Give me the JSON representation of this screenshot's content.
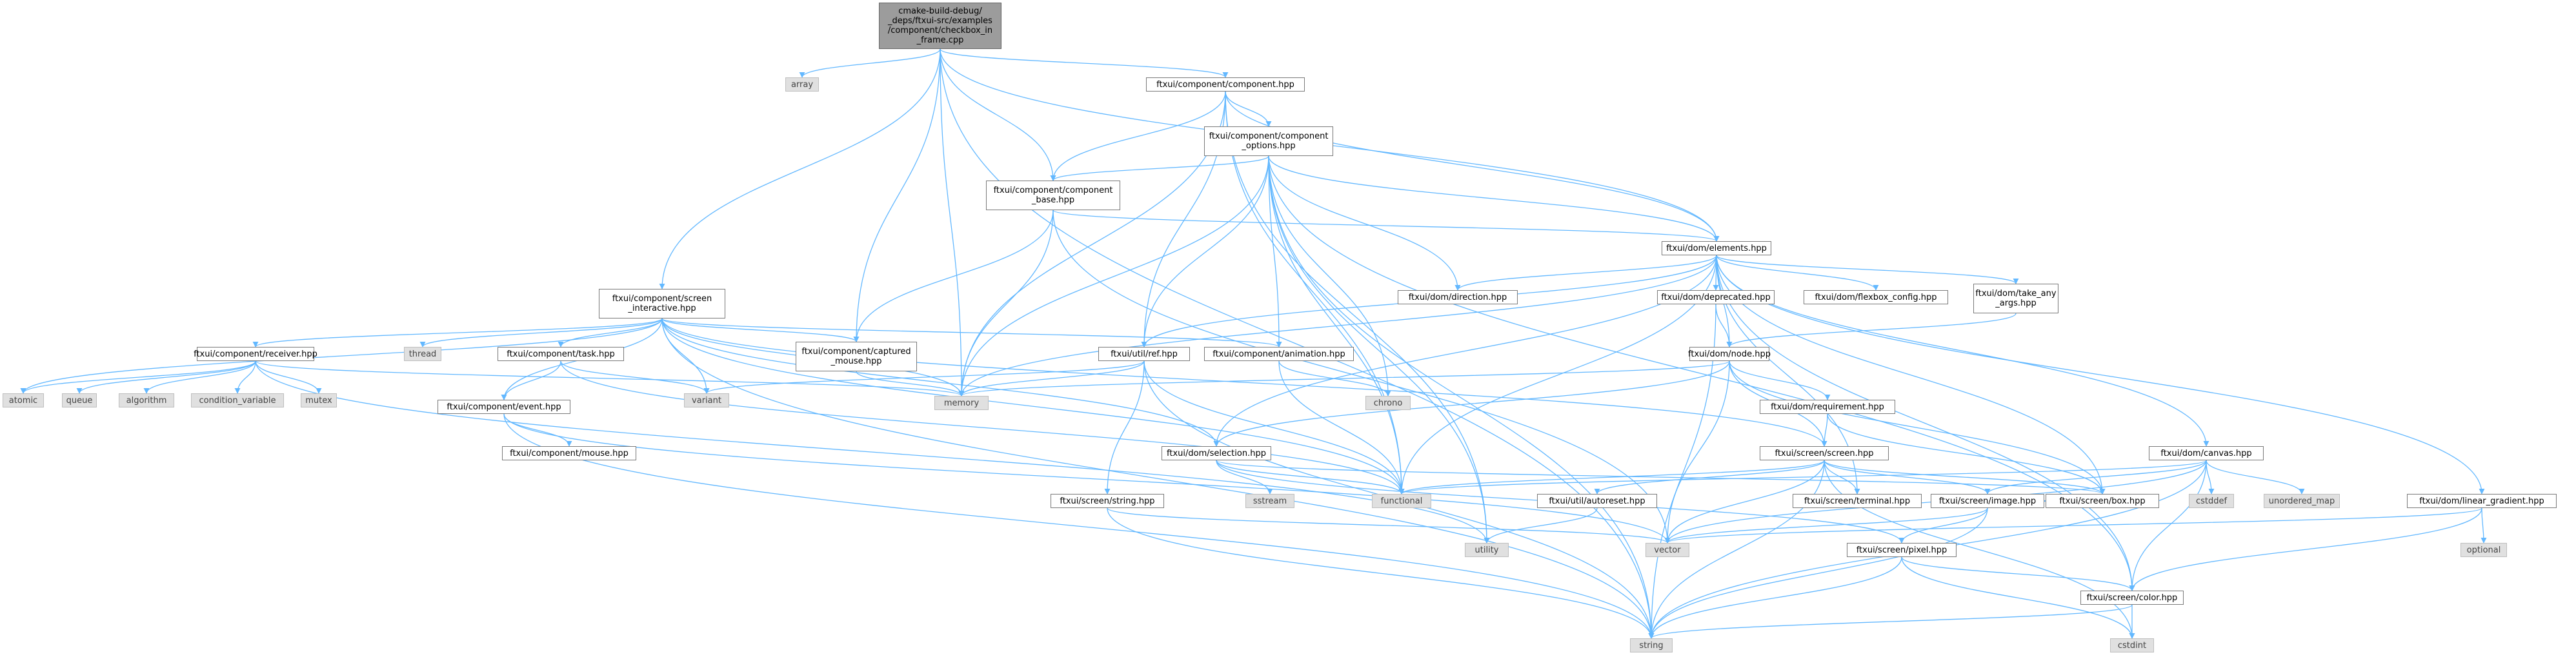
{
  "diagram": {
    "type": "include-dependency-graph",
    "colors": {
      "edge": "#63b8ff",
      "root_fill": "#9c9c9c",
      "external_fill": "#e0e0e0",
      "node_border": "#7a7a7a"
    },
    "nodes": [
      {
        "id": "root",
        "label": "cmake-build-debug/\n_deps/ftxui-src/examples\n/component/checkbox_in\n_frame.cpp",
        "kind": "root"
      },
      {
        "id": "array",
        "label": "array",
        "kind": "external"
      },
      {
        "id": "component",
        "label": "ftxui/component/component.hpp",
        "kind": "header"
      },
      {
        "id": "component_options",
        "label": "ftxui/component/component\n_options.hpp",
        "kind": "header"
      },
      {
        "id": "component_base",
        "label": "ftxui/component/component\n_base.hpp",
        "kind": "header"
      },
      {
        "id": "elements",
        "label": "ftxui/dom/elements.hpp",
        "kind": "header"
      },
      {
        "id": "screen_interactive",
        "label": "ftxui/component/screen\n_interactive.hpp",
        "kind": "header"
      },
      {
        "id": "receiver",
        "label": "ftxui/component/receiver.hpp",
        "kind": "header"
      },
      {
        "id": "thread",
        "label": "thread",
        "kind": "external"
      },
      {
        "id": "task",
        "label": "ftxui/component/task.hpp",
        "kind": "header"
      },
      {
        "id": "captured_mouse",
        "label": "ftxui/component/captured\n_mouse.hpp",
        "kind": "header"
      },
      {
        "id": "animation",
        "label": "ftxui/component/animation.hpp",
        "kind": "header"
      },
      {
        "id": "ref",
        "label": "ftxui/util/ref.hpp",
        "kind": "header"
      },
      {
        "id": "direction",
        "label": "ftxui/dom/direction.hpp",
        "kind": "header"
      },
      {
        "id": "deprecated",
        "label": "ftxui/dom/deprecated.hpp",
        "kind": "header"
      },
      {
        "id": "flexbox_config",
        "label": "ftxui/dom/flexbox_config.hpp",
        "kind": "header"
      },
      {
        "id": "take_any_args",
        "label": "ftxui/dom/take_any\n_args.hpp",
        "kind": "header"
      },
      {
        "id": "node",
        "label": "ftxui/dom/node.hpp",
        "kind": "header"
      },
      {
        "id": "requirement",
        "label": "ftxui/dom/requirement.hpp",
        "kind": "header"
      },
      {
        "id": "atomic",
        "label": "atomic",
        "kind": "external"
      },
      {
        "id": "queue",
        "label": "queue",
        "kind": "external"
      },
      {
        "id": "algorithm",
        "label": "algorithm",
        "kind": "external"
      },
      {
        "id": "condition_variable",
        "label": "condition_variable",
        "kind": "external"
      },
      {
        "id": "mutex",
        "label": "mutex",
        "kind": "external"
      },
      {
        "id": "event",
        "label": "ftxui/component/event.hpp",
        "kind": "header"
      },
      {
        "id": "variant",
        "label": "variant",
        "kind": "external"
      },
      {
        "id": "memory",
        "label": "memory",
        "kind": "external"
      },
      {
        "id": "chrono",
        "label": "chrono",
        "kind": "external"
      },
      {
        "id": "mouse",
        "label": "ftxui/component/mouse.hpp",
        "kind": "header"
      },
      {
        "id": "selection",
        "label": "ftxui/dom/selection.hpp",
        "kind": "header"
      },
      {
        "id": "screen",
        "label": "ftxui/screen/screen.hpp",
        "kind": "header"
      },
      {
        "id": "canvas",
        "label": "ftxui/dom/canvas.hpp",
        "kind": "header"
      },
      {
        "id": "sstream",
        "label": "sstream",
        "kind": "external"
      },
      {
        "id": "functional",
        "label": "functional",
        "kind": "external"
      },
      {
        "id": "cstddef",
        "label": "cstddef",
        "kind": "external"
      },
      {
        "id": "unordered_map",
        "label": "unordered_map",
        "kind": "external"
      },
      {
        "id": "string_hpp",
        "label": "ftxui/screen/string.hpp",
        "kind": "header"
      },
      {
        "id": "autoreset",
        "label": "ftxui/util/autoreset.hpp",
        "kind": "header"
      },
      {
        "id": "terminal",
        "label": "ftxui/screen/terminal.hpp",
        "kind": "header"
      },
      {
        "id": "image",
        "label": "ftxui/screen/image.hpp",
        "kind": "header"
      },
      {
        "id": "box",
        "label": "ftxui/screen/box.hpp",
        "kind": "header"
      },
      {
        "id": "linear_gradient",
        "label": "ftxui/dom/linear_gradient.hpp",
        "kind": "header"
      },
      {
        "id": "optional",
        "label": "optional",
        "kind": "external"
      },
      {
        "id": "utility",
        "label": "utility",
        "kind": "external"
      },
      {
        "id": "vector",
        "label": "vector",
        "kind": "external"
      },
      {
        "id": "pixel",
        "label": "ftxui/screen/pixel.hpp",
        "kind": "header"
      },
      {
        "id": "color",
        "label": "ftxui/screen/color.hpp",
        "kind": "header"
      },
      {
        "id": "string",
        "label": "string",
        "kind": "external"
      },
      {
        "id": "cstdint",
        "label": "cstdint",
        "kind": "external"
      }
    ],
    "edges": [
      [
        "root",
        "array"
      ],
      [
        "root",
        "component"
      ],
      [
        "root",
        "component_base"
      ],
      [
        "root",
        "elements"
      ],
      [
        "root",
        "screen_interactive"
      ],
      [
        "root",
        "captured_mouse"
      ],
      [
        "root",
        "memory"
      ],
      [
        "root",
        "string"
      ],
      [
        "component",
        "component_options"
      ],
      [
        "component",
        "component_base"
      ],
      [
        "component",
        "elements"
      ],
      [
        "component",
        "ref"
      ],
      [
        "component",
        "memory"
      ],
      [
        "component",
        "functional"
      ],
      [
        "component",
        "utility"
      ],
      [
        "component_options",
        "component_base"
      ],
      [
        "component_options",
        "elements"
      ],
      [
        "component_options",
        "animation"
      ],
      [
        "component_options",
        "ref"
      ],
      [
        "component_options",
        "direction"
      ],
      [
        "component_options",
        "chrono"
      ],
      [
        "component_options",
        "functional"
      ],
      [
        "component_options",
        "color"
      ],
      [
        "component_options",
        "string"
      ],
      [
        "component_options",
        "memory"
      ],
      [
        "component_options",
        "utility"
      ],
      [
        "component_base",
        "elements"
      ],
      [
        "component_base",
        "captured_mouse"
      ],
      [
        "component_base",
        "memory"
      ],
      [
        "component_base",
        "vector"
      ],
      [
        "elements",
        "direction"
      ],
      [
        "elements",
        "deprecated"
      ],
      [
        "elements",
        "flexbox_config"
      ],
      [
        "elements",
        "take_any_args"
      ],
      [
        "elements",
        "node"
      ],
      [
        "elements",
        "canvas"
      ],
      [
        "elements",
        "linear_gradient"
      ],
      [
        "elements",
        "ref"
      ],
      [
        "elements",
        "selection"
      ],
      [
        "elements",
        "terminal"
      ],
      [
        "elements",
        "box"
      ],
      [
        "elements",
        "color"
      ],
      [
        "elements",
        "functional"
      ],
      [
        "elements",
        "memory"
      ],
      [
        "screen_interactive",
        "receiver"
      ],
      [
        "screen_interactive",
        "thread"
      ],
      [
        "screen_interactive",
        "task"
      ],
      [
        "screen_interactive",
        "captured_mouse"
      ],
      [
        "screen_interactive",
        "animation"
      ],
      [
        "screen_interactive",
        "event"
      ],
      [
        "screen_interactive",
        "atomic"
      ],
      [
        "screen_interactive",
        "variant"
      ],
      [
        "screen_interactive",
        "memory"
      ],
      [
        "screen_interactive",
        "functional"
      ],
      [
        "screen_interactive",
        "selection"
      ],
      [
        "screen_interactive",
        "screen"
      ],
      [
        "screen_interactive",
        "string"
      ],
      [
        "receiver",
        "atomic"
      ],
      [
        "receiver",
        "queue"
      ],
      [
        "receiver",
        "algorithm"
      ],
      [
        "receiver",
        "condition_variable"
      ],
      [
        "receiver",
        "mutex"
      ],
      [
        "receiver",
        "memory"
      ],
      [
        "receiver",
        "utility"
      ],
      [
        "task",
        "variant"
      ],
      [
        "task",
        "event"
      ],
      [
        "task",
        "functional"
      ],
      [
        "captured_mouse",
        "memory"
      ],
      [
        "animation",
        "chrono"
      ],
      [
        "animation",
        "functional"
      ],
      [
        "event",
        "mouse"
      ],
      [
        "event",
        "string"
      ],
      [
        "event",
        "vector"
      ],
      [
        "ref",
        "memory"
      ],
      [
        "ref",
        "variant"
      ],
      [
        "ref",
        "string_hpp"
      ],
      [
        "ref",
        "string"
      ],
      [
        "ref",
        "functional"
      ],
      [
        "deprecated",
        "node"
      ],
      [
        "deprecated",
        "string"
      ],
      [
        "take_any_args",
        "node"
      ],
      [
        "node",
        "memory"
      ],
      [
        "node",
        "requirement"
      ],
      [
        "node",
        "screen"
      ],
      [
        "node",
        "selection"
      ],
      [
        "node",
        "box"
      ],
      [
        "node",
        "vector"
      ],
      [
        "requirement",
        "screen"
      ],
      [
        "requirement",
        "box"
      ],
      [
        "selection",
        "functional"
      ],
      [
        "selection",
        "sstream"
      ],
      [
        "selection",
        "box"
      ],
      [
        "selection",
        "pixel"
      ],
      [
        "screen",
        "functional"
      ],
      [
        "screen",
        "autoreset"
      ],
      [
        "screen",
        "terminal"
      ],
      [
        "screen",
        "image"
      ],
      [
        "screen",
        "box"
      ],
      [
        "screen",
        "string"
      ],
      [
        "screen",
        "vector"
      ],
      [
        "screen",
        "cstdint"
      ],
      [
        "canvas",
        "functional"
      ],
      [
        "canvas",
        "cstddef"
      ],
      [
        "canvas",
        "unordered_map"
      ],
      [
        "canvas",
        "image"
      ],
      [
        "canvas",
        "color"
      ],
      [
        "canvas",
        "string"
      ],
      [
        "canvas",
        "vector"
      ],
      [
        "string_hpp",
        "string"
      ],
      [
        "string_hpp",
        "vector"
      ],
      [
        "autoreset",
        "utility"
      ],
      [
        "image",
        "box"
      ],
      [
        "image",
        "pixel"
      ],
      [
        "image",
        "string"
      ],
      [
        "image",
        "vector"
      ],
      [
        "linear_gradient",
        "optional"
      ],
      [
        "linear_gradient",
        "color"
      ],
      [
        "linear_gradient",
        "vector"
      ],
      [
        "pixel",
        "color"
      ],
      [
        "pixel",
        "cstdint"
      ],
      [
        "pixel",
        "string"
      ],
      [
        "color",
        "cstdint"
      ],
      [
        "color",
        "string"
      ]
    ]
  }
}
